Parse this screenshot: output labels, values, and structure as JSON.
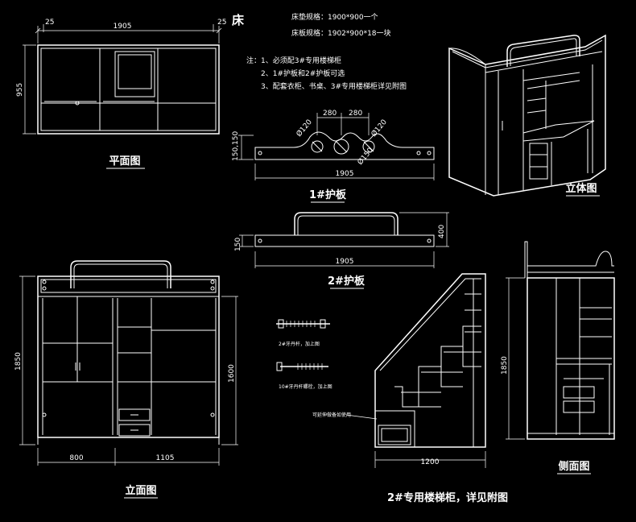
{
  "title": "床",
  "specs": {
    "mattress": "床垫规格：1900*900一个",
    "board": "床板规格：1902*900*18一块"
  },
  "notes": {
    "n1": "注：1、必须配3#专用楼梯柜",
    "n2": "2、1#护板和2#护板可选",
    "n3": "3、配套衣柜、书桌、3#专用楼梯柜详见附图"
  },
  "labels": {
    "plan": "平面图",
    "guard1": "1#护板",
    "guard2": "2#护板",
    "iso": "立体图",
    "front": "立面图",
    "side": "侧面图",
    "stair": "2#专用楼梯柜，详见附图",
    "bolt1": "2#牙丹杆，加上图",
    "bolt2": "10#牙丹杆螺栓，加上图",
    "stair_note": "可延伸做备如使用"
  },
  "dims": {
    "plan_w": "1905",
    "plan_h": "955",
    "plan_25a": "25",
    "plan_25b": "25",
    "g1_280a": "280",
    "g1_280b": "280",
    "g1_h": "150,150",
    "g1_w": "1905",
    "g1_d1": "Ø120",
    "g1_d2": "Ø120",
    "g1_d3": "Ø150",
    "g2_h": "150",
    "g2_w": "1905",
    "g2_400": "400",
    "front_h": "1850",
    "front_1600": "1600",
    "front_800": "800",
    "front_1105": "1105",
    "stair_w": "1200",
    "side_h": "1850"
  }
}
